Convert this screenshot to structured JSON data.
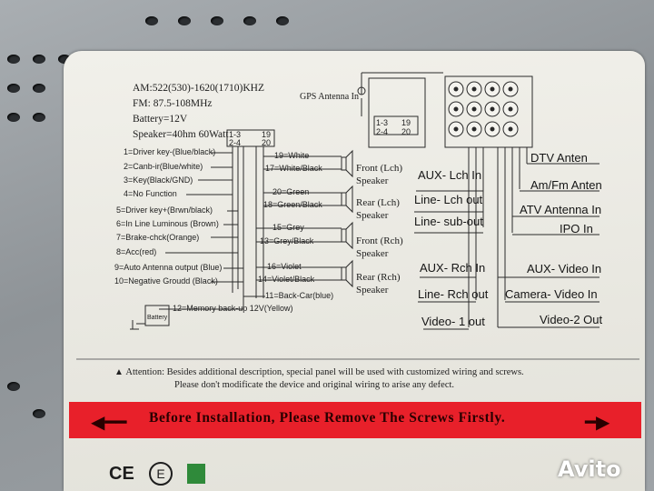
{
  "specs": {
    "am": "AM:522(530)-1620(1710)KHZ",
    "fm": "FM: 87.5-108MHz",
    "battery": "Battery=12V",
    "speaker": "Speaker=40hm 60Watt"
  },
  "gps_label": "GPS Antenna In",
  "connector": {
    "row1_left": "1-3",
    "row1_right": "19",
    "row2_left": "2-4",
    "row2_right": "20"
  },
  "left_wires": [
    "1=Driver key-(Blue/black)",
    "2=Canb-ir(Blue/white)",
    "3=Key(Black/GND)",
    "4=No Function",
    "5=Driver key+(Brwn/black)",
    "6=In Line Luminous (Brown)",
    "7=Brake-chck(Orange)",
    "8=Acc(red)",
    "9=Auto Antenna output (Blue)",
    "10=Negative Groudd (Black)"
  ],
  "mid_wires": [
    "19=White",
    "17=White/Black",
    "20=Green",
    "18=Green/Black",
    "15=Grey",
    "13=Grey/Black",
    "16=Violet",
    "14=Violet/Black",
    "11=Back-Car(blue)"
  ],
  "memory_wire": "12=Memory back-up 12V(Yellow)",
  "battery_box": "Battery",
  "speakers": [
    "Front (Lch)",
    "Rear (Lch)",
    "Front (Rch)",
    "Rear (Rch)"
  ],
  "speaker_word": "Speaker",
  "rca_left": [
    "AUX- Lch In",
    "Line- Lch out",
    "Line- sub-out",
    "AUX- Rch In",
    "Line- Rch out",
    "Video- 1 out"
  ],
  "rca_right": [
    "DTV Anten",
    "Am/Fm Anten",
    "ATV Antenna In",
    "IPO In",
    "AUX- Video In",
    "Camera- Video In",
    "Video-2 Out"
  ],
  "attention": {
    "line1": "Attention: Besides additional description, special panel will be used with customized wiring and screws.",
    "line2": "Please don't modificate the device and original wiring to arise any defect."
  },
  "banner": "Before Installation, Please Remove The Screws Firstly.",
  "logos": {
    "ce": "CE",
    "e": "E"
  },
  "watermark": "Avito",
  "colors": {
    "banner_red": "#e8202a",
    "label_bg": "#eeede7",
    "metal": "#9a9fa3"
  }
}
